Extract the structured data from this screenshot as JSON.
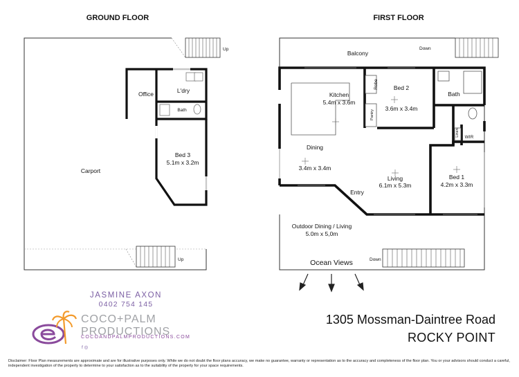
{
  "headings": {
    "ground_floor": "GROUND FLOOR",
    "first_floor": "FIRST FLOOR"
  },
  "ground_floor": {
    "rooms": {
      "carport": "Carport",
      "office": "Office",
      "laundry": "L'dry",
      "bath": "Bath",
      "bed3_name": "Bed 3",
      "bed3_size": "5.1m x 3.2m"
    },
    "stairs_top_label": "Up",
    "stairs_bottom_label": "Up"
  },
  "first_floor": {
    "rooms": {
      "balcony": "Balcony",
      "kitchen_name": "Kitchen",
      "kitchen_size": "5.4m x 3.6m",
      "robe": "Robe",
      "bed2_name": "Bed 2",
      "bed2_size": "3.6m x 3.4m",
      "bath": "Bath",
      "pantry": "Pantry",
      "linen": "Linen",
      "wir": "WIR",
      "dining_name": "Dining",
      "dining_size": "3.4m x 3.4m",
      "living_name": "Living",
      "living_size": "6.1m x 5.3m",
      "bed1_name": "Bed 1",
      "bed1_size": "4.2m x 3.3m",
      "entry": "Entry",
      "outdoor_name": "Outdoor Dining / Living",
      "outdoor_size": "5.0m x 5,0m"
    },
    "stairs_top_label": "Down",
    "stairs_bottom_label": "Down",
    "ocean_views": "Ocean Views"
  },
  "agent": {
    "name": "JASMINE AXON",
    "phone": "0402 754 145"
  },
  "brand": {
    "line1": "COCO+PALM",
    "line2": "PRODUCTIONS",
    "url": "COCOANDPALMPRODUCTIONS.COM",
    "social": "f ◎",
    "colors": {
      "purple": "#8a4a9c",
      "orange": "#f39a2b",
      "grey": "#a0a2a6"
    }
  },
  "address": {
    "line1": "1305 Mossman-Daintree Road",
    "line2": "ROCKY POINT"
  },
  "disclaimer": "Disclaimer: Floor Plan measurements are approximate and are for illustrative purposes only.  While we do not doubt the floor plans accuracy, we make no guarantee, warranty or representation as to the accuracy and completeness of the floor plan. You or your advisors should conduct a careful, independent investigation of the property to determine to your satisfaction as to the suitability of the property for your space requirements."
}
